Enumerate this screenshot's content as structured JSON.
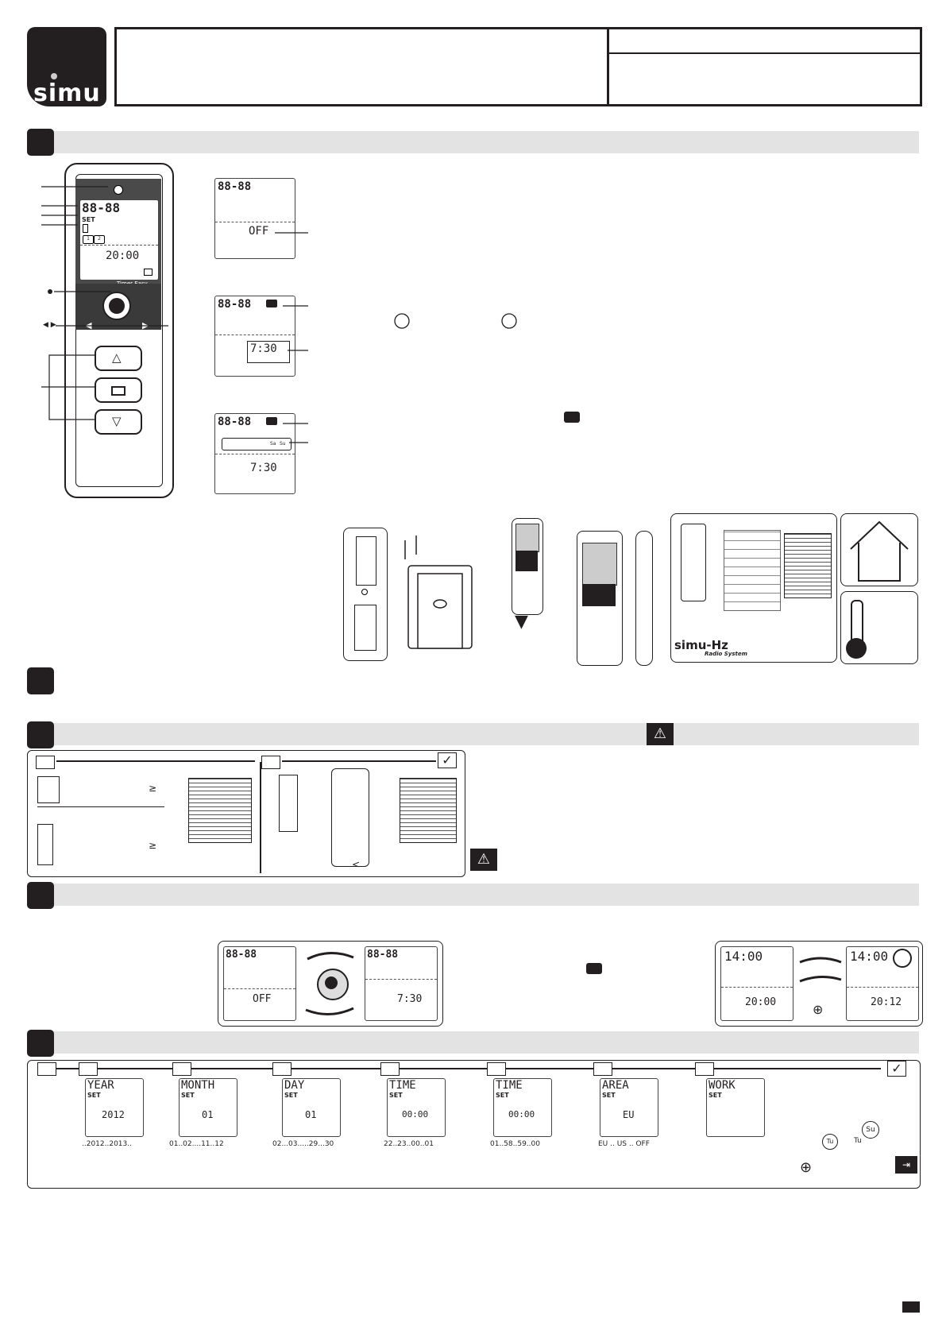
{
  "brand": {
    "logo_text": "simu"
  },
  "header": {
    "title": "",
    "ref": "",
    "subtitle": ""
  },
  "remote": {
    "display_top": "88-88",
    "set_label": "SET",
    "channel_1": "1",
    "channel_2": "2",
    "time": "20:00",
    "model_name": "Timer Easy"
  },
  "screens_overview": {
    "off": "OFF",
    "time_1": "7:30",
    "time_2": "7:30",
    "day_labels": [
      "Sa",
      "Su"
    ]
  },
  "range": {
    "brand": "simu-Hz",
    "tagline": "Radio System"
  },
  "mode_switch": {
    "left_state": "OFF",
    "right_time": "7:30"
  },
  "holiday": {
    "left_top": "14:00",
    "left_time": "20:00",
    "right_top": "14:00",
    "right_time": "20:12"
  },
  "settings_steps": [
    {
      "title": "YEAR",
      "set": "SET",
      "value": "2012",
      "range": "..2012..2013.."
    },
    {
      "title": "MONTH",
      "set": "SET",
      "value": "01",
      "range": "01..02....11..12"
    },
    {
      "title": "DAY",
      "set": "SET",
      "value": "01",
      "range": "02...03.....29...30"
    },
    {
      "title": "TIME",
      "set": "SET",
      "value": "00:00",
      "range": "22..23..00..01"
    },
    {
      "title": "TIME",
      "set": "SET",
      "value": "00:00",
      "range": "01..58..59..00"
    },
    {
      "title": "AREA",
      "set": "SET",
      "value": "EU",
      "range": "EU .. US .. OFF"
    },
    {
      "title": "WORK",
      "set": "SET",
      "value": "",
      "range": ""
    }
  ],
  "day_tokens": {
    "tu": "Tu",
    "tu_label": "Tu",
    "su": "Su"
  },
  "symbols": {
    "gte": "≥",
    "lt": "<",
    "check": "✓",
    "play_pair": "◀ ▶"
  }
}
